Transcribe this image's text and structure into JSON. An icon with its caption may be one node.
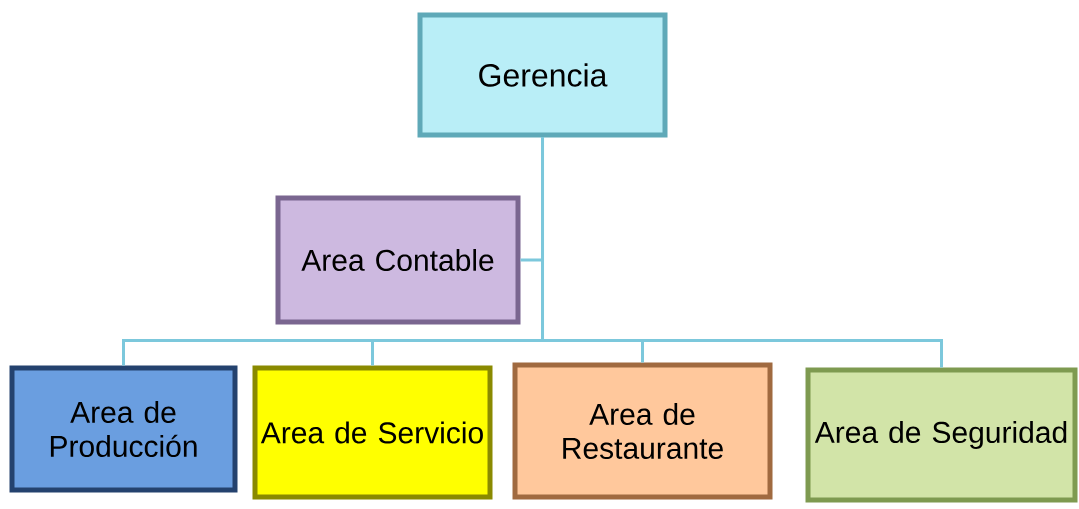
{
  "diagram": {
    "nodes": [
      {
        "text": [
          "Gerencia"
        ]
      },
      {
        "text": [
          "Area Contable"
        ]
      },
      {
        "text": [
          "Area de Producción"
        ]
      },
      {
        "text": [
          "Area de Servicio"
        ]
      },
      {
        "text": [
          "Area de Restaurante"
        ]
      },
      {
        "text": [
          "Area de Seguridad"
        ]
      }
    ],
    "edges": [
      {
        "from": 0,
        "to": 1,
        "arrow": "none"
      },
      {
        "from": 0,
        "to": 2,
        "arrow": "none"
      },
      {
        "from": 0,
        "to": 3,
        "arrow": "none"
      },
      {
        "from": 0,
        "to": 4,
        "arrow": "none"
      },
      {
        "from": 0,
        "to": 5,
        "arrow": "none"
      }
    ]
  }
}
